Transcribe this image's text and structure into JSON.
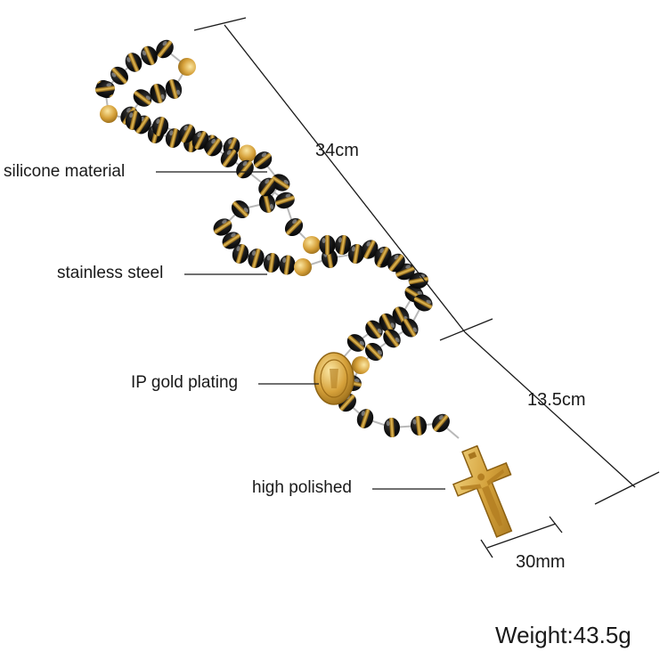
{
  "callouts": {
    "silicone": "silicone material",
    "steel": "stainless steel",
    "gold": "IP gold plating",
    "polished": "high polished"
  },
  "dimensions": {
    "length_total": "34cm",
    "length_drop": "13.5cm",
    "cross_width": "30mm"
  },
  "weight": "Weight:43.5g",
  "colors": {
    "bead_black": "#141414",
    "bead_gold": "#c9962c",
    "gold_light": "#f1d27a",
    "gold_dark": "#8f6414",
    "steel": "#b8b8b8",
    "line": "#1a1a1a"
  }
}
